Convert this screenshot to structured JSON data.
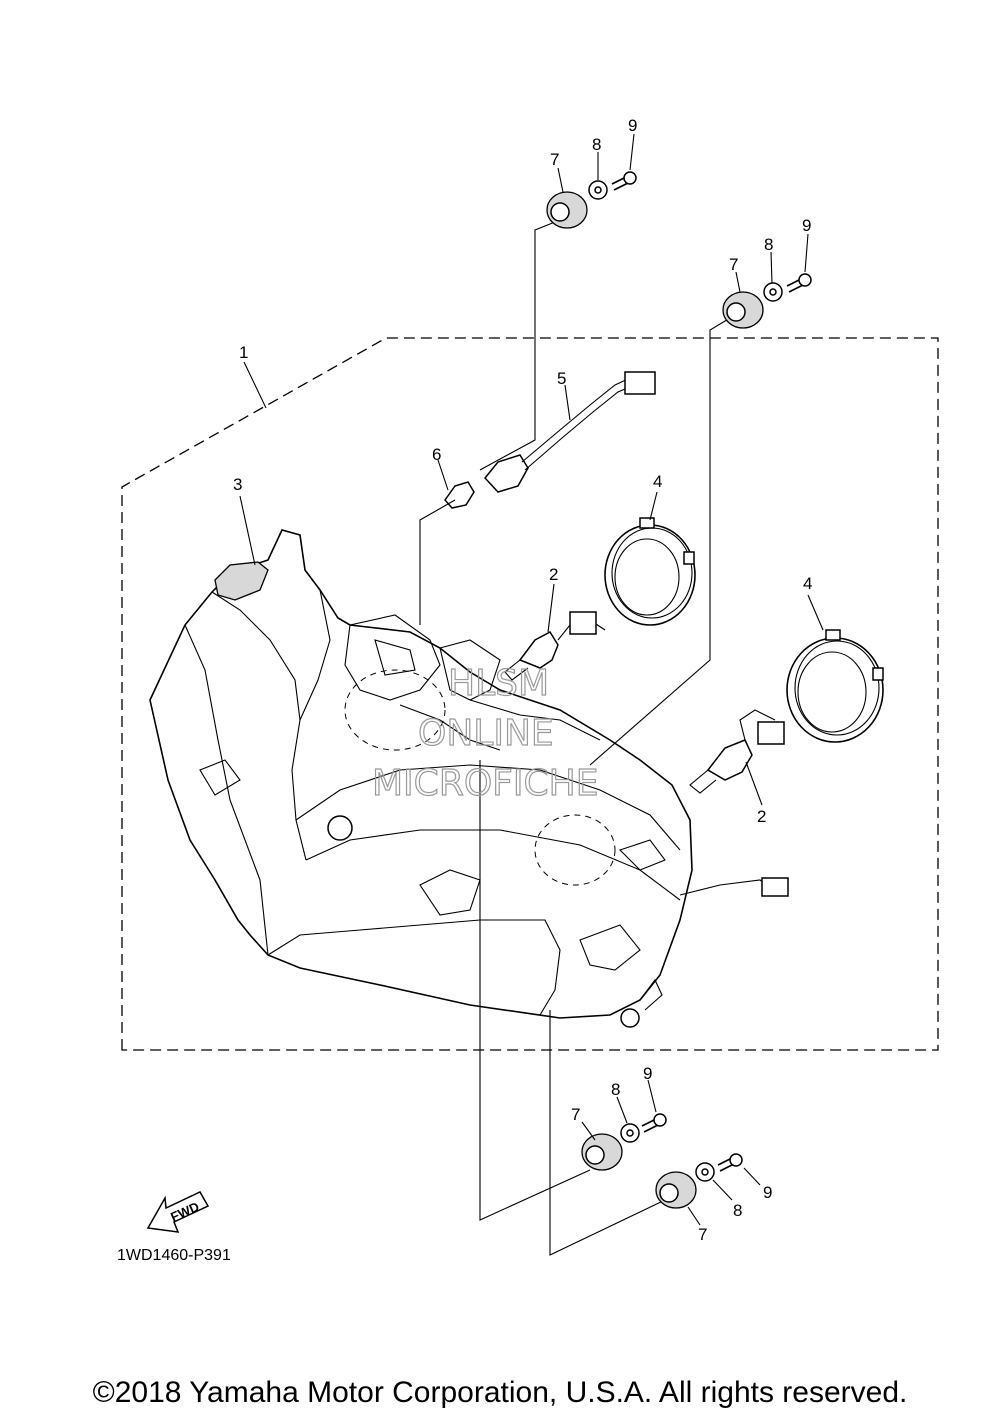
{
  "diagram": {
    "part_numbers": {
      "p1": "1",
      "p2a": "2",
      "p2b": "2",
      "p3": "3",
      "p4a": "4",
      "p4b": "4",
      "p5": "5",
      "p6": "6",
      "p7a": "7",
      "p7b": "7",
      "p7c": "7",
      "p7d": "7",
      "p8a": "8",
      "p8b": "8",
      "p8c": "8",
      "p8d": "8",
      "p9a": "9",
      "p9b": "9",
      "p9c": "9",
      "p9d": "9"
    },
    "fwd_label": "FWD",
    "reference_code": "1WD1460-P391",
    "watermark": {
      "line1": "HLSM",
      "line2": "ONLINE",
      "line3": "MICROFICHE"
    }
  },
  "footer": {
    "copyright": "©2018 Yamaha Motor Corporation, U.S.A. All rights reserved."
  }
}
